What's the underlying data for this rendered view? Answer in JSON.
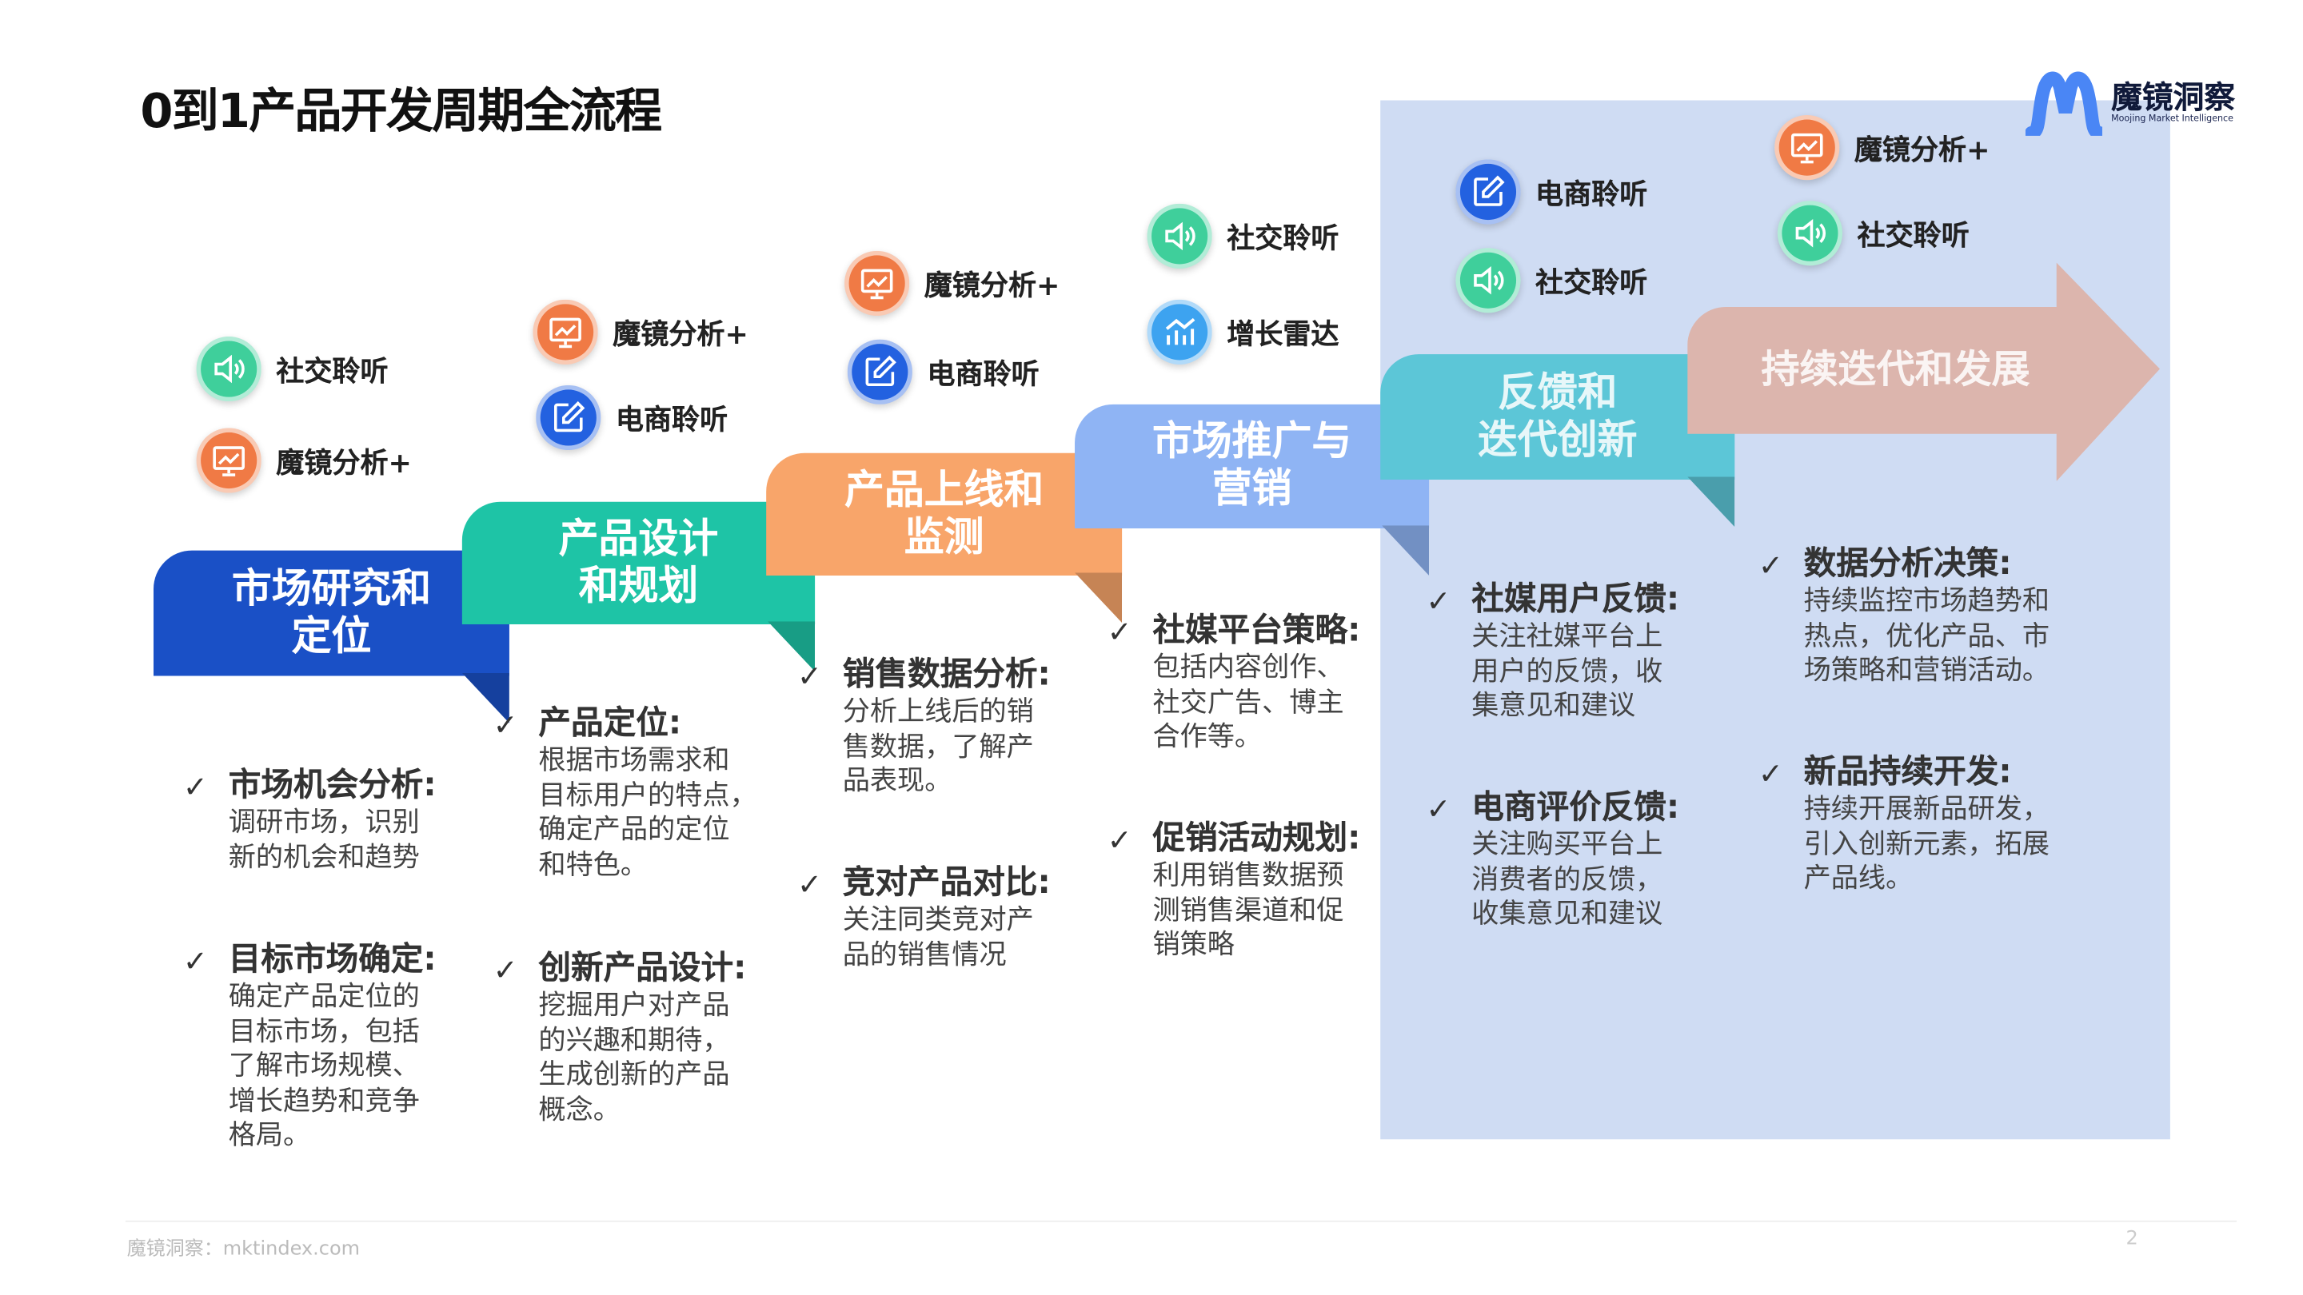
{
  "title": "0到1产品开发周期全流程",
  "logo": {
    "cn": "魔镜洞察",
    "en": "Moojing Market Intelligence"
  },
  "colors": {
    "step1": "#1a50c6",
    "step2": "#1ec4a6",
    "step3": "#f8a56a",
    "step4": "#8fb4f4",
    "step5": "#5cc6d7",
    "step6": "#dcb5ad",
    "panel": "#cfdcf3"
  },
  "stages": [
    {
      "label": "市场研究和\n定位",
      "tools": [
        {
          "label": "社交聆听",
          "icon": "speaker-icon"
        },
        {
          "label": "魔镜分析+",
          "icon": "analysis-board-icon"
        }
      ],
      "items": [
        {
          "head": "市场机会分析:",
          "body": "调研市场，识别\n新的机会和趋势"
        },
        {
          "head": "目标市场确定:",
          "body": "确定产品定位的\n目标市场，包括\n了解市场规模、\n增长趋势和竞争\n格局。"
        }
      ]
    },
    {
      "label": "产品设计\n和规划",
      "tools": [
        {
          "label": "魔镜分析+",
          "icon": "analysis-board-icon"
        },
        {
          "label": "电商聆听",
          "icon": "edit-icon"
        }
      ],
      "items": [
        {
          "head": "产品定位:",
          "body": "根据市场需求和\n目标用户的特点，\n确定产品的定位\n和特色。"
        },
        {
          "head": "创新产品设计:",
          "body": "挖掘用户对产品\n的兴趣和期待，\n生成创新的产品\n概念。"
        }
      ]
    },
    {
      "label": "产品上线和\n监测",
      "tools": [
        {
          "label": "魔镜分析+",
          "icon": "analysis-board-icon"
        },
        {
          "label": "电商聆听",
          "icon": "edit-icon"
        }
      ],
      "items": [
        {
          "head": "销售数据分析:",
          "body": "分析上线后的销\n售数据，了解产\n品表现。"
        },
        {
          "head": "竞对产品对比:",
          "body": "关注同类竞对产\n品的销售情况"
        }
      ]
    },
    {
      "label": "市场推广与\n营销",
      "tools": [
        {
          "label": "社交聆听",
          "icon": "speaker-icon"
        },
        {
          "label": "增长雷达",
          "icon": "growth-chart-icon"
        }
      ],
      "items": [
        {
          "head": "社媒平台策略:",
          "body": "包括内容创作、\n社交广告、博主\n合作等。"
        },
        {
          "head": "促销活动规划:",
          "body": "利用销售数据预\n测销售渠道和促\n销策略"
        }
      ]
    },
    {
      "label": "反馈和\n迭代创新",
      "tools": [
        {
          "label": "电商聆听",
          "icon": "edit-icon"
        },
        {
          "label": "社交聆听",
          "icon": "speaker-icon"
        }
      ],
      "items": [
        {
          "head": "社媒用户反馈:",
          "body": "关注社媒平台上\n用户的反馈，收\n集意见和建议"
        },
        {
          "head": "电商评价反馈:",
          "body": "关注购买平台上\n消费者的反馈，\n收集意见和建议"
        }
      ]
    },
    {
      "label": "持续迭代和发展",
      "tools": [
        {
          "label": "魔镜分析+",
          "icon": "analysis-board-icon"
        },
        {
          "label": "社交聆听",
          "icon": "speaker-icon"
        }
      ],
      "items": [
        {
          "head": "数据分析决策:",
          "body": "持续监控市场趋势和\n热点，优化产品、市\n场策略和营销活动。"
        },
        {
          "head": "新品持续开发:",
          "body": "持续开展新品研发，\n引入创新元素，拓展\n产品线。"
        }
      ]
    }
  ],
  "footer": {
    "source": "魔镜洞察：mktindex.com",
    "page": "2"
  }
}
